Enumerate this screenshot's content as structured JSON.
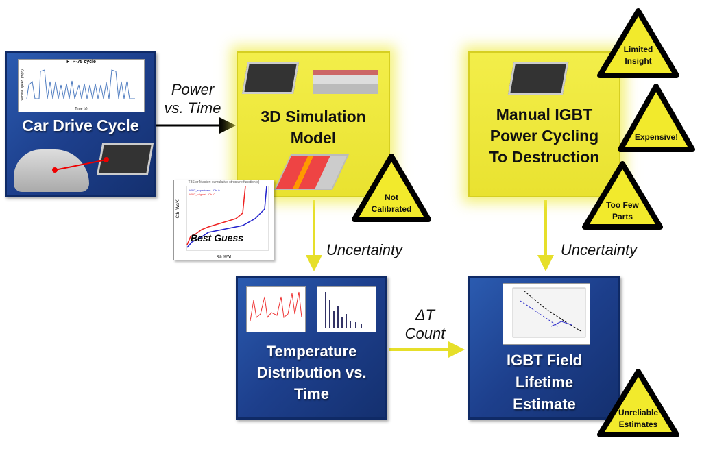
{
  "boxes": {
    "car_drive_cycle": {
      "title": "Car Drive Cycle",
      "chart_title": "FTP-75 cycle",
      "x_axis": "Time (s)",
      "y_axis": "Vehicle speed (mph)"
    },
    "simulation": {
      "title_line1": "3D Simulation",
      "title_line2": "Model"
    },
    "manual": {
      "title_line1": "Manual IGBT",
      "title_line2": "Power Cycling",
      "title_line3": "To Destruction"
    },
    "temperature": {
      "title_line1": "Temperature",
      "title_line2": "Distribution vs.",
      "title_line3": "Time"
    },
    "lifetime": {
      "title_line1": "IGBT Field",
      "title_line2": "Lifetime",
      "title_line3": "Estimate"
    }
  },
  "best_guess": {
    "label": "Best Guess",
    "chart_title": "T3Ster Master: cumulative structure function(s)",
    "legend": [
      "IGBT_experiment - Ch. 0",
      "IGBT_original - Ch. 0"
    ],
    "x_axis": "Rth [K/W]",
    "y_axis": "Cth [Ws/K]"
  },
  "arrows": {
    "power_line1": "Power",
    "power_line2": "vs. Time",
    "uncertainty_left": "Uncertainty",
    "uncertainty_right": "Uncertainty",
    "delta_line1": "ΔT",
    "delta_line2": "Count"
  },
  "warnings": {
    "not_calibrated": [
      "Not",
      "Calibrated"
    ],
    "limited_insight": [
      "Limited",
      "Insight"
    ],
    "expensive": [
      "Expensive!"
    ],
    "too_few_parts": [
      "Too Few",
      "Parts"
    ],
    "unreliable": [
      "Unreliable",
      "Estimates"
    ]
  },
  "colors": {
    "box_blue": "#1d3f8c",
    "box_yellow": "#ede636",
    "arrow_yellow": "#e6df2a",
    "warning_yellow": "#f2ea2c"
  }
}
